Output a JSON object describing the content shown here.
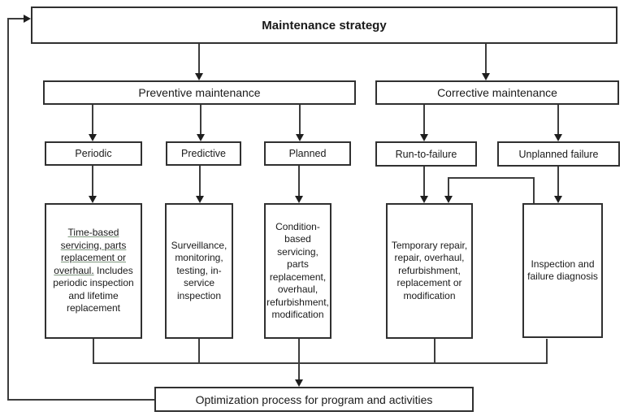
{
  "diagram": {
    "title": "Maintenance strategy",
    "branches": {
      "preventive": "Preventive maintenance",
      "corrective": "Corrective maintenance"
    },
    "categories": {
      "periodic": "Periodic",
      "predictive": "Predictive",
      "planned": "Planned",
      "run_to_failure": "Run-to-failure",
      "unplanned_failure": "Unplanned failure"
    },
    "details": {
      "periodic_underlined": "Time-based servicing, parts replacement or overhaul.",
      "periodic_rest": " Includes periodic inspection and lifetime replacement",
      "predictive": "Surveillance, monitoring, testing, in-service inspection",
      "planned": "Condition-based servicing, parts replacement, overhaul, refurbishment, modification",
      "run_to_failure": "Temporary repair, repair, overhaul, refurbishment, replacement or modification",
      "unplanned_failure": "Inspection and failure diagnosis"
    },
    "footer": "Optimization process for program and activities",
    "colors": {
      "line": "#3d3d3d",
      "box_border": "#303030",
      "text": "#1a1a1a",
      "background": "#ffffff"
    }
  }
}
